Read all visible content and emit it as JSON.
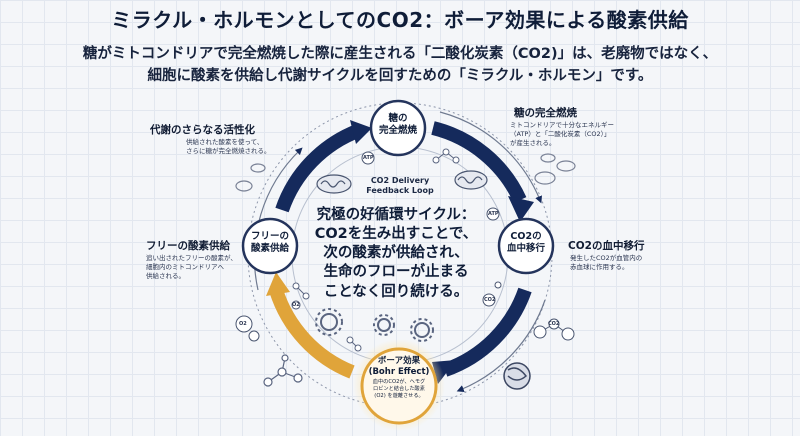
{
  "title": "ミラクル・ホルモンとしてのCO2：ボーア効果による酸素供給",
  "subtitle_line1": "糖がミトコンドリアで完全燃焼した際に産生される「二酸化炭素（CO2)」は、老廃物ではなく、",
  "subtitle_line2": "細胞に酸素を供給し代謝サイクルを回すための「ミラクル・ホルモン」です。",
  "nodes": {
    "top": {
      "line1": "糖の",
      "line2": "完全燃焼"
    },
    "right": {
      "line1": "CO2の",
      "line2": "血中移行"
    },
    "bottom": {
      "line1": "ボーア効果",
      "line2": "(Bohr Effect)",
      "desc1": "血中のCO2が、ヘモグ",
      "desc2": "ロビンと結合した酸素",
      "desc3": "(O2) を遊離させる。"
    },
    "left": {
      "line1": "フリーの",
      "line2": "酸素供給"
    }
  },
  "side_labels": {
    "top_left": {
      "heading": "代謝のさらなる活性化",
      "desc1": "供給された酸素を使って、",
      "desc2": "さらに糖が完全燃焼される。"
    },
    "top_right": {
      "heading": "糖の完全燃焼",
      "desc1": "ミトコンドリアで十分なエネルギー",
      "desc2": "（ATP）と「二酸化炭素（CO2）」",
      "desc3": "が産生される。"
    },
    "right": {
      "heading": "CO2の血中移行",
      "desc1": "発生したCO2が血管内の",
      "desc2": "赤血球に作用する。"
    },
    "left": {
      "heading": "フリーの酸素供給",
      "desc1": "追い出されたフリーの酸素が、",
      "desc2": "細胞内のミトコンドリアへ",
      "desc3": "供給される。"
    }
  },
  "loop_label": {
    "line1": "CO2 Delivery",
    "line2": "Feedback Loop"
  },
  "center_text": {
    "line1": "究極の好循環サイクル：",
    "line2": "CO2を生み出すことで、",
    "line3": "次の酸素が供給され、",
    "line4": "生命のフローが止まる",
    "line5": "ことなく回り続ける。"
  },
  "tags": {
    "atp1": "ATP",
    "atp2": "ATP",
    "co2a": "CO2",
    "co2b": "CO2",
    "o2": "O2",
    "o2b": "O2"
  },
  "colors": {
    "navy": "#152a5c",
    "gold": "#e0a43a",
    "node_border": "#24345c",
    "text": "#0f1d38"
  }
}
